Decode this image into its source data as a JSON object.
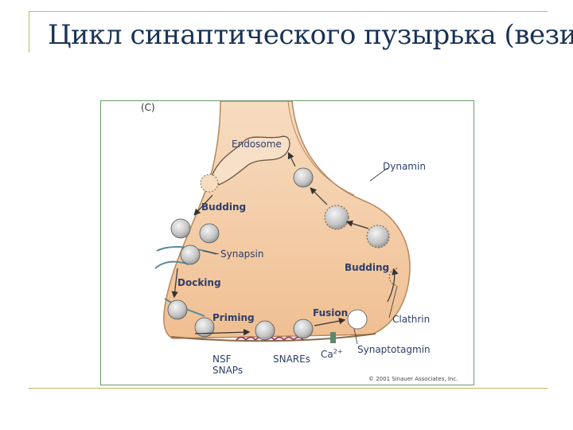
{
  "slide": {
    "title": "Цикл синаптического пузырька (везикулы)"
  },
  "figure": {
    "panel_letter": "(C)",
    "labels": {
      "endosome": "Endosome",
      "dynamin": "Dynamin",
      "budding_left": "Budding",
      "synapsin": "Synapsin",
      "budding_right": "Budding",
      "docking": "Docking",
      "priming": "Priming",
      "fusion": "Fusion",
      "clathrin": "Clathrin",
      "nsf": "NSF",
      "snaps": "SNAPs",
      "snares": "SNAREs",
      "ca_base": "Ca",
      "ca_sup": "2+",
      "synaptotagmin": "Synaptotagmin",
      "copyright": "© 2001 Sinauer Associates, Inc."
    },
    "colors": {
      "terminal": "#f2c9a0",
      "vesicle": "#c8c8c8",
      "outline": "#8a6a4a",
      "text": "#2c3e6a"
    }
  }
}
